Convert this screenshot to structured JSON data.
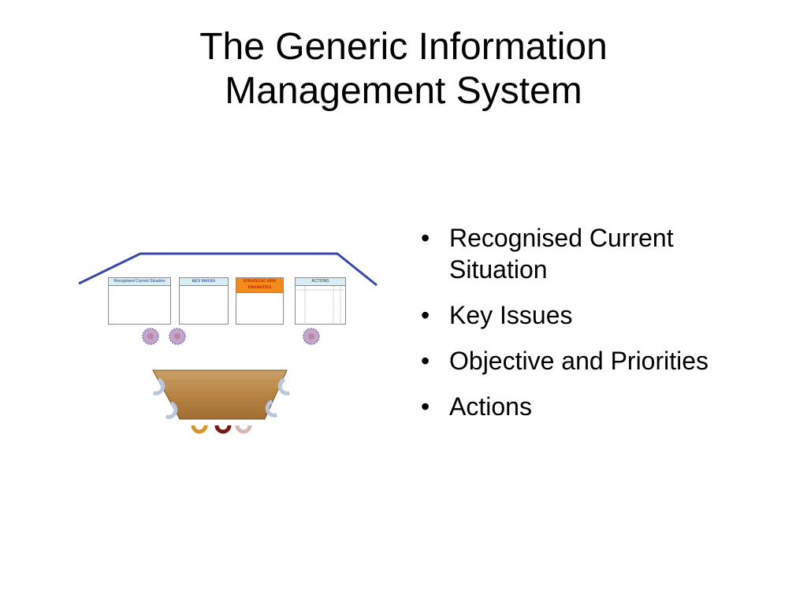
{
  "slide": {
    "title_line1": "The Generic Information",
    "title_line2": "Management System",
    "bullets": [
      "Recognised Current Situation",
      "Key Issues",
      "Objective and Priorities",
      "Actions"
    ]
  },
  "diagram": {
    "board_labels": [
      "Recognised Current Situation",
      "KEY ISSUES",
      "STRATEGIC AIM/ PRIORITIES",
      "ACTIONS"
    ],
    "colors": {
      "roof_line": "#3a46b0",
      "board_header": "#d7eef5",
      "priorities_header": "#f28a1c",
      "table_wood": "#b98545",
      "presenter": "#c8a4c6",
      "chair": "#b8c6de",
      "chair_orange": "#d7952a",
      "chair_maroon": "#7a1616",
      "chair_pink": "#d9b6b6"
    },
    "icons": [
      "presenter-icon",
      "chair-icon",
      "meeting-table"
    ]
  }
}
